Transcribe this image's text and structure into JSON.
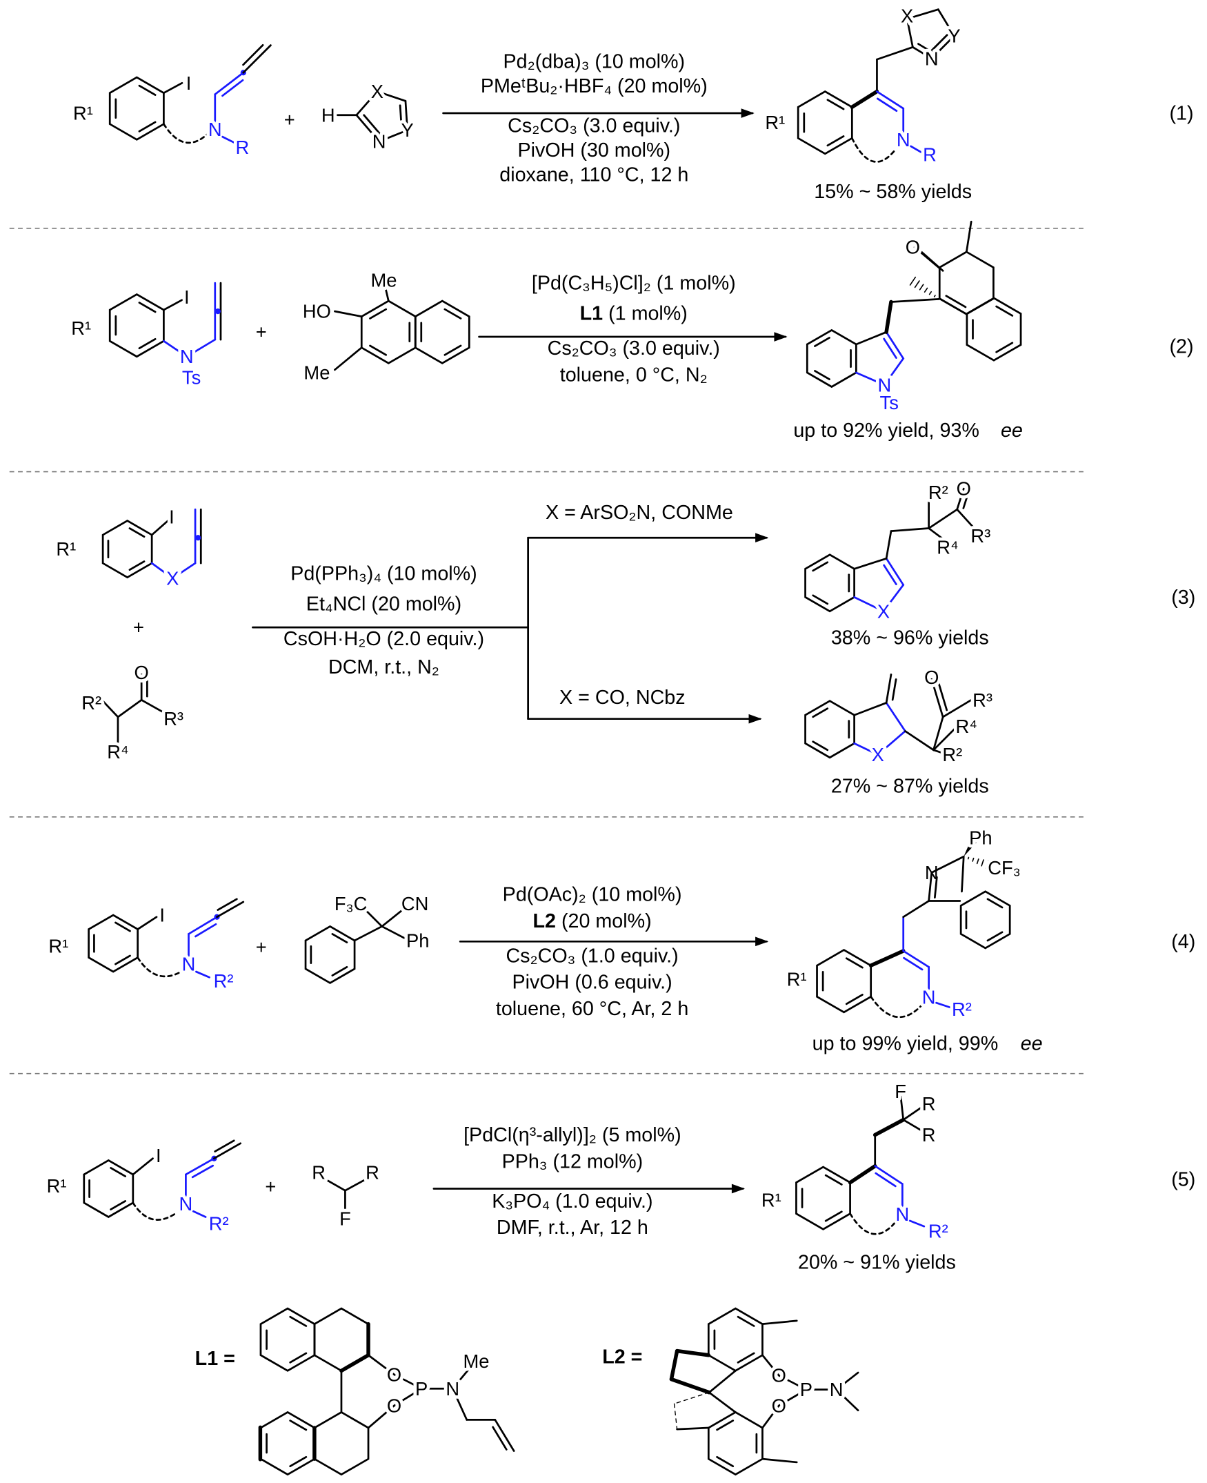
{
  "colors": {
    "text": "#000000",
    "highlight": "#1a1aff",
    "separator": "#777777"
  },
  "schemes": [
    {
      "number": "(1)",
      "atoms": [
        "R¹",
        "I",
        "N",
        "R",
        "H",
        "X",
        "Y",
        "N",
        "X",
        "Y",
        "N",
        "R¹",
        "N",
        "R",
        "+"
      ],
      "conditions_above": [
        "Pd₂(dba)₃ (10 mol%)",
        "PMeᵗBu₂·HBF₄ (20 mol%)"
      ],
      "conditions_below": [
        "Cs₂CO₃ (3.0 equiv.)",
        "PivOH (30 mol%)",
        "dioxane, 110 °C, 12 h"
      ],
      "yield": "15% ~ 58% yields"
    },
    {
      "number": "(2)",
      "atoms": [
        "R¹",
        "I",
        "N",
        "Ts",
        "HO",
        "Me",
        "Me",
        "O",
        "N",
        "Ts",
        "+"
      ],
      "conditions_above": [
        "[Pd(C₃H₅)Cl]₂ (1 mol%)"
      ],
      "ligand": "L1",
      "ligand_loading": " (1 mol%)",
      "conditions_below": [
        "Cs₂CO₃ (3.0 equiv.)",
        "toluene, 0 °C, N₂"
      ],
      "yield": "up to 92% yield, 93% ",
      "yield_ee": "ee"
    },
    {
      "number": "(3)",
      "atoms": [
        "R¹",
        "I",
        "X",
        "R²",
        "O",
        "R³",
        "R⁴",
        "R²",
        "O",
        "R⁴",
        "R³",
        "X",
        "O",
        "R³",
        "R⁴",
        "R²",
        "X",
        "+"
      ],
      "conditions_above": [
        "Pd(PPh₃)₄ (10 mol%)",
        "Et₄NCl (20 mol%)"
      ],
      "conditions_below": [
        "CsOH·H₂O (2.0 equiv.)",
        "DCM, r.t., N₂"
      ],
      "branches": [
        {
          "condition": "X = ArSO₂N, CONMe",
          "yield": "38% ~ 96% yields"
        },
        {
          "condition": "X = CO, NCbz",
          "yield": "27% ~ 87% yields"
        }
      ]
    },
    {
      "number": "(4)",
      "atoms": [
        "R¹",
        "I",
        "N",
        "R²",
        "F₃C",
        "CN",
        "Ph",
        "N",
        "Ph",
        "CF₃",
        "R¹",
        "N",
        "R²",
        "+"
      ],
      "conditions_above": [
        "Pd(OAc)₂ (10 mol%)"
      ],
      "ligand": "L2",
      "ligand_loading": " (20 mol%)",
      "conditions_below": [
        "Cs₂CO₃ (1.0 equiv.)",
        "PivOH (0.6 equiv.)",
        "toluene, 60 °C, Ar, 2 h"
      ],
      "yield": "up to 99% yield, 99% ",
      "yield_ee": "ee"
    },
    {
      "number": "(5)",
      "atoms": [
        "R¹",
        "I",
        "N",
        "R²",
        "R",
        "R",
        "F",
        "F",
        "R",
        "R",
        "R¹",
        "N",
        "R²",
        "+"
      ],
      "conditions_above": [
        "[PdCl(η³-allyl)]₂ (5 mol%)",
        "PPh₃ (12 mol%)"
      ],
      "conditions_below": [
        "K₃PO₄ (1.0 equiv.)",
        "DMF, r.t., Ar, 12 h"
      ],
      "yield": "20% ~ 91% yields"
    }
  ],
  "ligands": [
    {
      "label": "L1 =",
      "atoms": [
        "O",
        "P",
        "O",
        "N",
        "Me"
      ]
    },
    {
      "label": "L2 =",
      "atoms": [
        "O",
        "P",
        "O",
        "N"
      ]
    }
  ]
}
